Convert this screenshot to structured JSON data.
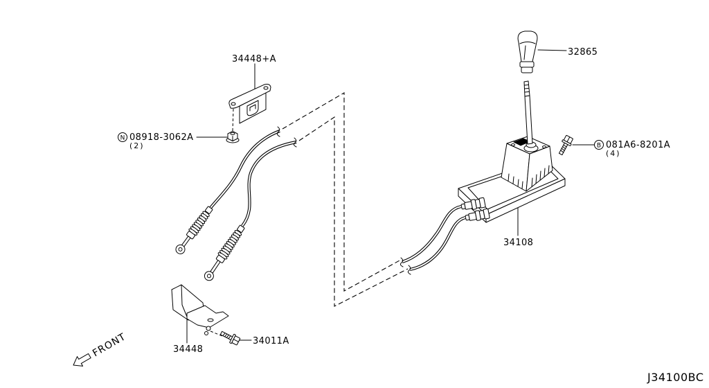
{
  "callouts": {
    "bracket_upper": {
      "part_no": "34448+A"
    },
    "nut": {
      "symbol": "N",
      "part_no": "08918-3062A",
      "qty": "(2)"
    },
    "shift_knob": {
      "part_no": "32865"
    },
    "housing_bolt": {
      "symbol": "B",
      "part_no": "081A6-8201A",
      "qty": "(4)"
    },
    "control_device": {
      "part_no": "34108"
    },
    "bracket_bolt": {
      "part_no": "34011A"
    },
    "bracket_lower": {
      "part_no": "34448"
    }
  },
  "direction_indicator": {
    "label": "FRONT",
    "icon": "front-arrow-icon"
  },
  "diagram_code": "J34100BC"
}
